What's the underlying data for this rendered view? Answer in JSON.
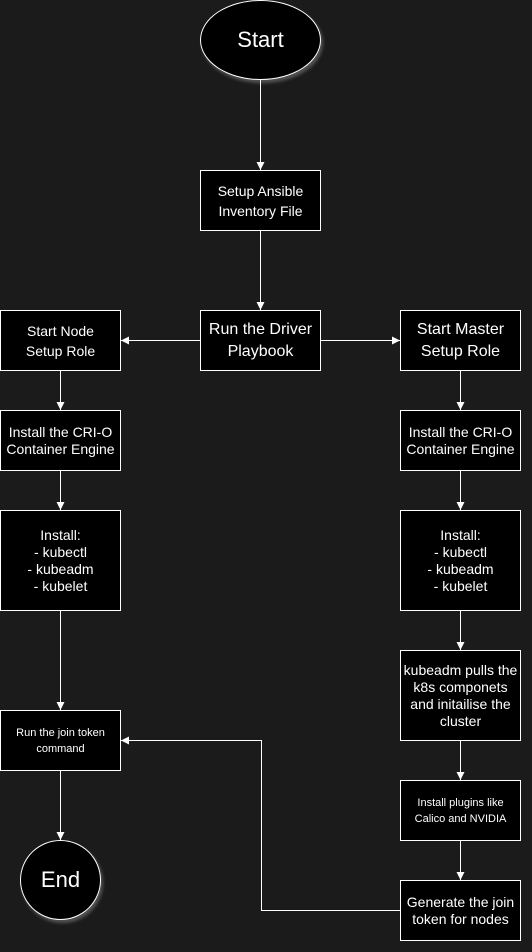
{
  "diagram": {
    "colors": {
      "background": "#1b1b1b",
      "node_fill": "#000000",
      "stroke": "#ffffff",
      "text": "#ffffff"
    },
    "nodes": {
      "start": "Start",
      "setup_inventory": "Setup Ansible\nInventory File",
      "driver_playbook": "Run the Driver\nPlaybook",
      "node_setup": "Start Node\nSetup Role",
      "master_setup": "Start Master\nSetup Role",
      "node_crio": "Install the CRI-O\nContainer Engine",
      "master_crio": "Install the CRI-O\nContainer Engine",
      "node_install": "Install:\n- kubectl\n- kubeadm\n- kubelet",
      "master_install": "Install:\n- kubectl\n- kubeadm\n- kubelet",
      "kubeadm_pull": "kubeadm pulls the\nk8s componets\nand initailise the\ncluster",
      "plugins": "Install plugins like\nCalico and NVIDIA",
      "gen_token": "Generate the join\ntoken for nodes",
      "join_token": "Run the join token\ncommand",
      "end": "End"
    }
  }
}
